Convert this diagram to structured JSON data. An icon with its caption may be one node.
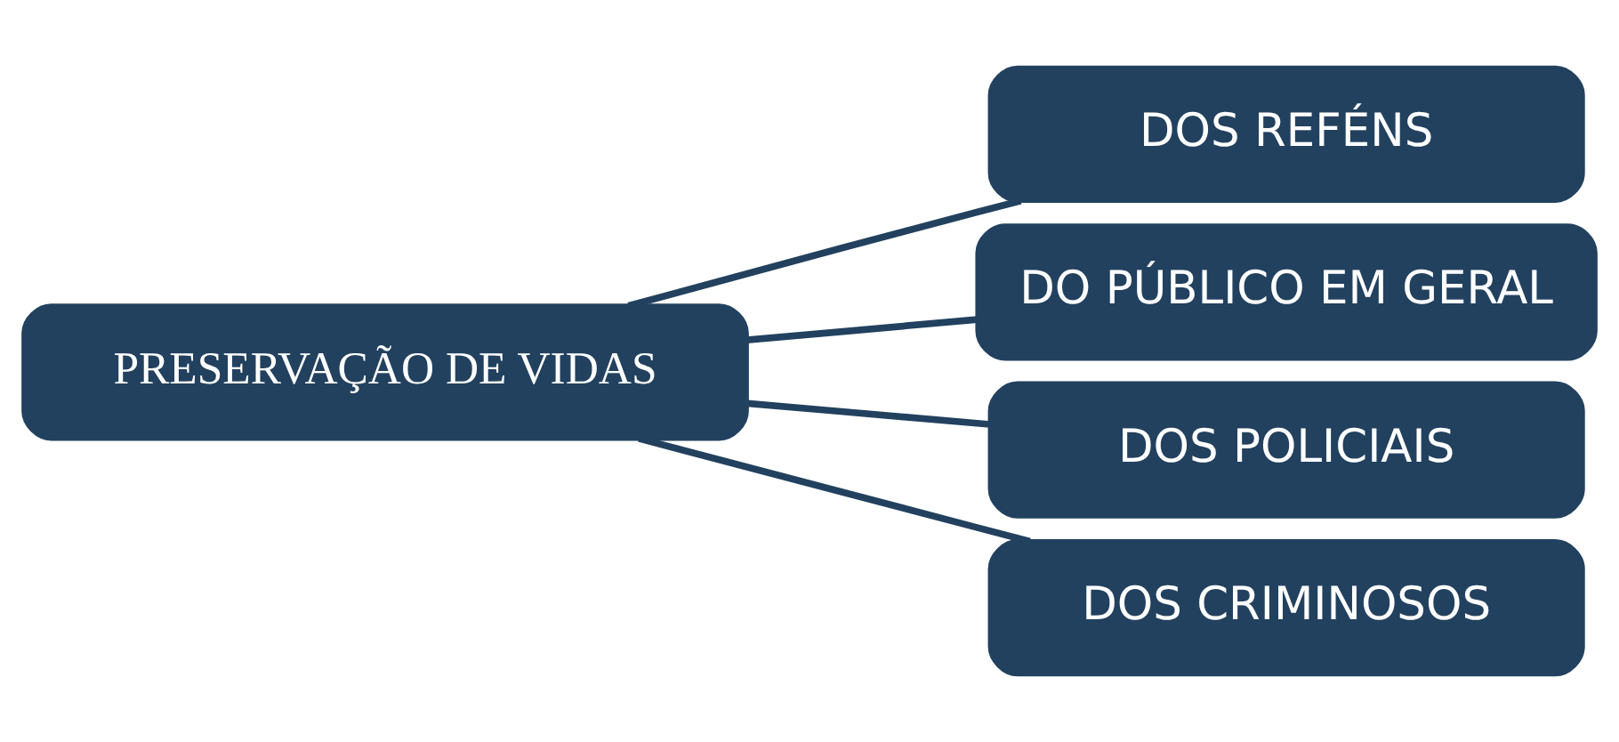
{
  "diagram": {
    "nodes": [
      {
        "text": [
          "PRESERVAÇÃO DE VIDAS"
        ]
      },
      {
        "text": [
          "DOS REFÉNS"
        ]
      },
      {
        "text": [
          "DO PÚBLICO EM GERAL"
        ]
      },
      {
        "text": [
          "DOS POLICIAIS"
        ]
      },
      {
        "text": [
          "DOS CRIMINOSOS"
        ]
      }
    ],
    "edges": [
      {
        "from": 0,
        "to": 1,
        "arrow": "none"
      },
      {
        "from": 0,
        "to": 2,
        "arrow": "none"
      },
      {
        "from": 0,
        "to": 3,
        "arrow": "none"
      },
      {
        "from": 0,
        "to": 4,
        "arrow": "none"
      }
    ]
  }
}
